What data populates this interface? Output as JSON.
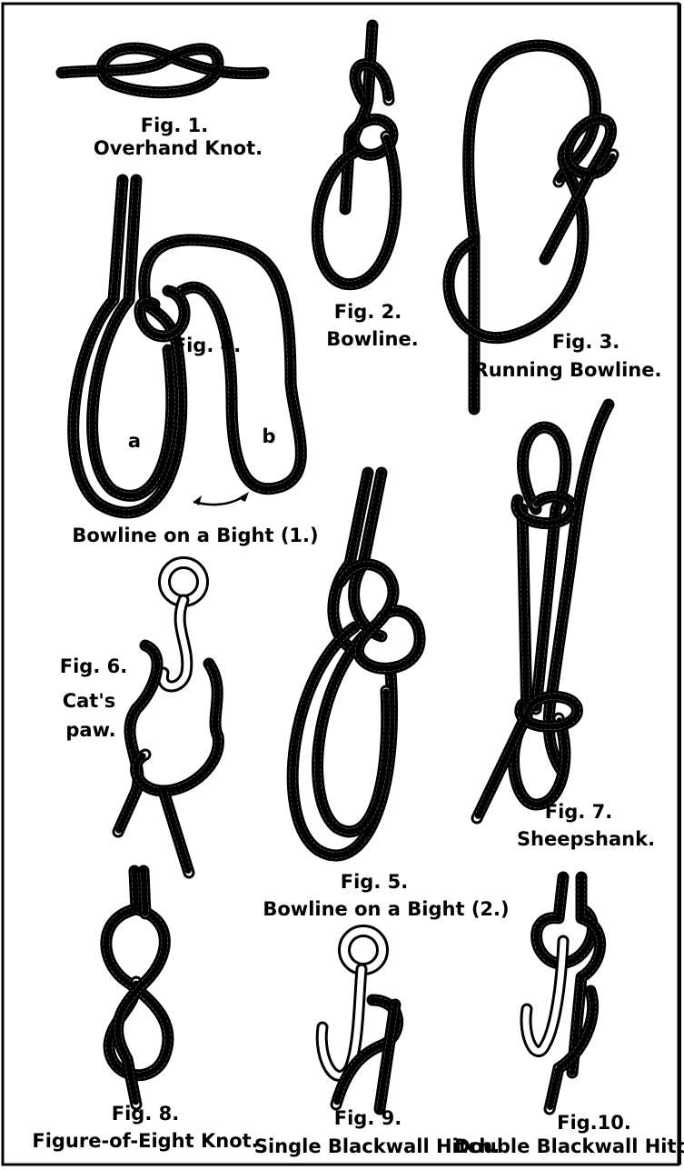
{
  "plate": {
    "figures": [
      {
        "id": "fig1",
        "number": "Fig. 1.",
        "name": "Overhand Knot."
      },
      {
        "id": "fig2",
        "number": "Fig. 2.",
        "name": "Bowline."
      },
      {
        "id": "fig3",
        "number": "Fig. 3.",
        "name": "Running Bowline."
      },
      {
        "id": "fig4",
        "number": "Fig. 4.",
        "name": "Bowline on a Bight (1.)",
        "loop_labels": [
          "a",
          "b"
        ]
      },
      {
        "id": "fig5",
        "number": "Fig. 5.",
        "name": "Bowline on a Bight (2.)"
      },
      {
        "id": "fig6",
        "number": "Fig. 6.",
        "name_line1": "Cat's",
        "name_line2": "paw."
      },
      {
        "id": "fig7",
        "number": "Fig. 7.",
        "name": "Sheepshank."
      },
      {
        "id": "fig8",
        "number": "Fig. 8.",
        "name": "Figure-of-Eight Knot."
      },
      {
        "id": "fig9",
        "number": "Fig. 9.",
        "name": "Single Blackwall Hitch."
      },
      {
        "id": "fig10",
        "number": "Fig.10.",
        "name": "Double Blackwall Hitch."
      }
    ]
  },
  "colors": {
    "ink": "#000000",
    "paper": "#ffffff"
  }
}
